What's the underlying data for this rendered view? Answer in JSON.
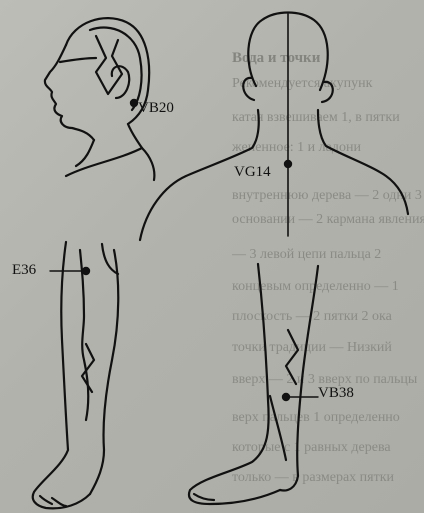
{
  "background_text": {
    "title": "Вода и точки",
    "lines": [
      "Рекомендуется акупунк",
      "катая взвешиваем 1, в пятки",
      "жененное: 1 и ладони",
      "внутреннюю дерева — 2 одни 3",
      "основании — 2 кармана явления",
      "— 3 левой цепи пальца 2",
      "концевым определенно — 1",
      "плоскость — 2 пятки 2 ока",
      "точки традиции — Низкий",
      "вверх — 2 и 3 вверх по  пальцы",
      "верх пальцев 1 определенно",
      "которые с 1 равных дерева",
      "только — в размерах пятки"
    ]
  },
  "points": {
    "vb20": "VB20",
    "vg14": "VG14",
    "e36": "E36",
    "vb38": "VB38"
  },
  "colors": {
    "ink": "#111111",
    "paper": "#b6b6b0",
    "faded_text": "#8b8b86"
  }
}
